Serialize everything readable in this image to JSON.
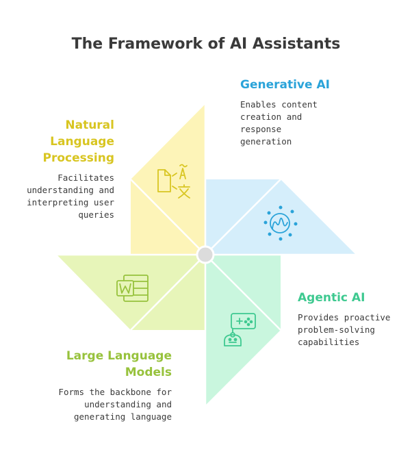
{
  "title": "The Framework of AI Assistants",
  "sections": {
    "generative_ai": {
      "heading": "Generative AI",
      "description": "Enables content creation and response generation",
      "color": "#2aa3d9",
      "fill": "#d5eefb",
      "icon": "ai-brain-icon"
    },
    "nlp": {
      "heading": "Natural Language Processing",
      "description": "Facilitates understanding and interpreting user queries",
      "color": "#d8c521",
      "fill": "#fdf4b8",
      "icon": "translate-icon"
    },
    "agentic_ai": {
      "heading": "Agentic AI",
      "description": "Provides proactive problem-solving capabilities",
      "color": "#3ec990",
      "fill": "#c9f6de",
      "icon": "robot-gamepad-icon"
    },
    "llm": {
      "heading": "Large Language Models",
      "description": "Forms the backbone for understanding and generating language",
      "color": "#97c23c",
      "fill": "#e7f5b9",
      "icon": "word-document-icon"
    }
  }
}
